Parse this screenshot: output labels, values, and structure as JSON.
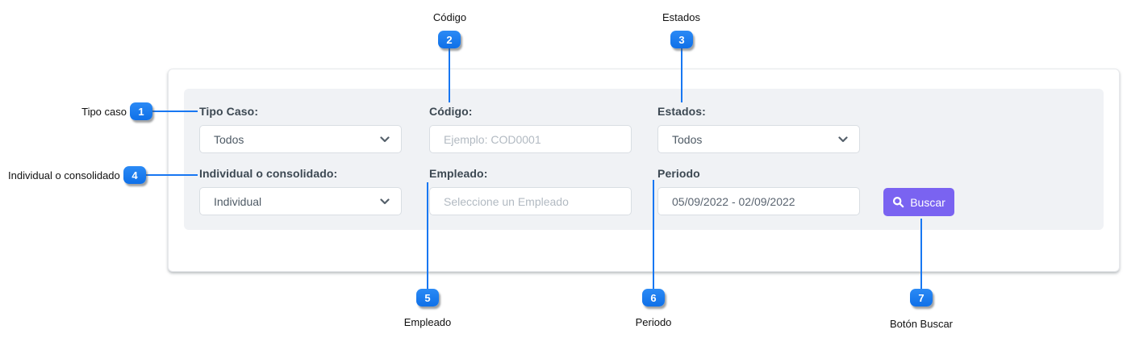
{
  "form": {
    "fields": {
      "tipo_caso": {
        "label": "Tipo Caso:",
        "value": "Todos"
      },
      "codigo": {
        "label": "Código:",
        "placeholder": "Ejemplo: COD0001"
      },
      "estados": {
        "label": "Estados:",
        "value": "Todos"
      },
      "individual": {
        "label": "Individual o consolidado:",
        "value": "Individual"
      },
      "empleado": {
        "label": "Empleado:",
        "placeholder": "Seleccione un Empleado"
      },
      "periodo": {
        "label": "Periodo",
        "value": "05/09/2022 - 02/09/2022"
      }
    },
    "buscar_button": {
      "label": "Buscar",
      "icon": "search-icon"
    }
  },
  "annotations": {
    "accent_color": "#1877f2",
    "items": [
      {
        "number": "1",
        "label": "Tipo caso"
      },
      {
        "number": "2",
        "label": "Código"
      },
      {
        "number": "3",
        "label": "Estados"
      },
      {
        "number": "4",
        "label": "Individual o consolidado"
      },
      {
        "number": "5",
        "label": "Empleado"
      },
      {
        "number": "6",
        "label": "Periodo"
      },
      {
        "number": "7",
        "label": "Botón Buscar"
      }
    ]
  },
  "colors": {
    "badge_blue": "#1877f2",
    "button_purple": "#7a63f1",
    "panel_gray": "#f0f2f5"
  }
}
